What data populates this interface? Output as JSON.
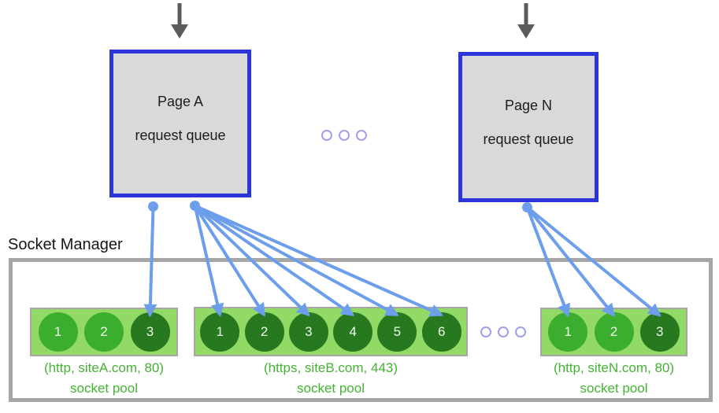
{
  "diagram": {
    "manager_label": "Socket Manager",
    "queues": [
      {
        "id": "pageA",
        "title": "Page A",
        "subtitle": "request queue"
      },
      {
        "id": "pageN",
        "title": "Page N",
        "subtitle": "request queue"
      }
    ],
    "pools": [
      {
        "id": "pool1",
        "endpoint": "(http, siteA.com, 80)",
        "caption": "socket pool",
        "sockets": [
          {
            "label": "1",
            "state": "free"
          },
          {
            "label": "2",
            "state": "free"
          },
          {
            "label": "3",
            "state": "busy"
          }
        ]
      },
      {
        "id": "pool2",
        "endpoint": "(https, siteB.com, 443)",
        "caption": "socket pool",
        "sockets": [
          {
            "label": "1",
            "state": "busy"
          },
          {
            "label": "2",
            "state": "busy"
          },
          {
            "label": "3",
            "state": "busy"
          },
          {
            "label": "4",
            "state": "busy"
          },
          {
            "label": "5",
            "state": "busy"
          },
          {
            "label": "6",
            "state": "busy"
          }
        ]
      },
      {
        "id": "pool3",
        "endpoint": "(http, siteN.com, 80)",
        "caption": "socket pool",
        "sockets": [
          {
            "label": "1",
            "state": "free"
          },
          {
            "label": "2",
            "state": "free"
          },
          {
            "label": "3",
            "state": "busy"
          }
        ]
      }
    ],
    "connections": [
      {
        "from": "pageA-anchor-1",
        "to": "pool1-socket-3"
      },
      {
        "from": "pageA-anchor-2",
        "to": "pool2-socket-1"
      },
      {
        "from": "pageA-anchor-2",
        "to": "pool2-socket-2"
      },
      {
        "from": "pageA-anchor-2",
        "to": "pool2-socket-3"
      },
      {
        "from": "pageA-anchor-2",
        "to": "pool2-socket-4"
      },
      {
        "from": "pageA-anchor-2",
        "to": "pool2-socket-5"
      },
      {
        "from": "pageA-anchor-2",
        "to": "pool2-socket-6"
      },
      {
        "from": "pageN-anchor-1",
        "to": "pool3-socket-1"
      },
      {
        "from": "pageN-anchor-1",
        "to": "pool3-socket-2"
      },
      {
        "from": "pageN-anchor-1",
        "to": "pool3-socket-3"
      }
    ],
    "colors": {
      "queue_border": "#2b35d8",
      "queue_fill": "#d9d9d9",
      "incoming_arrow": "#5b5b5b",
      "connection_blue": "#6d9eeb",
      "pool_fill": "#93d966",
      "socket_free": "#3bae2f",
      "socket_busy": "#27791f",
      "pool_text_green": "#44b233",
      "manager_border": "#a6a6a6",
      "ellipsis_ring": "#a0a0e8"
    }
  }
}
